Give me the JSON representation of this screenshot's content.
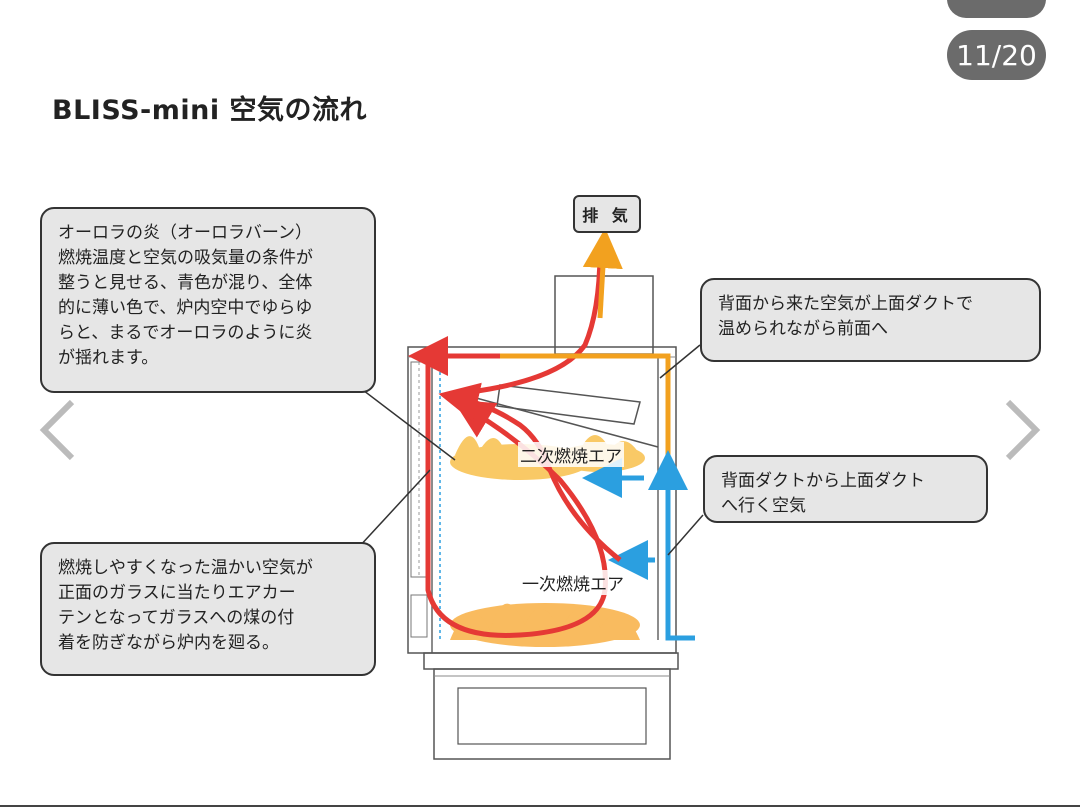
{
  "header": {
    "page_counter": "11/20"
  },
  "title": "BLISS-mini 空気の流れ",
  "diagram": {
    "exhaust_label": "排 気",
    "secondary_air_label": "二次燃焼エア",
    "primary_air_label": "一次燃焼エア",
    "callouts": {
      "aurora": "オーロラの炎（オーロラバーン）\n燃焼温度と空気の吸気量の条件が\n整うと見せる、青色が混り、全体\n的に薄い色で、炉内空中でゆらゆ\nらと、まるでオーロラのように炎\nが揺れます。",
      "top_duct": "背面から来た空気が上面ダクトで\n温められながら前面へ",
      "rear_duct": "背面ダクトから上面ダクト\nへ行く空気",
      "air_curtain": "燃焼しやすくなった温かい空気が\n正面のガラスに当たりエアカー\nテンとなってガラスへの煤の付\n着を防ぎながら炉内を廻る。"
    },
    "colors": {
      "hot_air": "#e53935",
      "warm_air": "#f2a11f",
      "cold_air": "#2b9fe0",
      "flame": "#f7b733"
    }
  },
  "navigation": {
    "prev_icon": "chevron-left-icon",
    "next_icon": "chevron-right-icon"
  }
}
